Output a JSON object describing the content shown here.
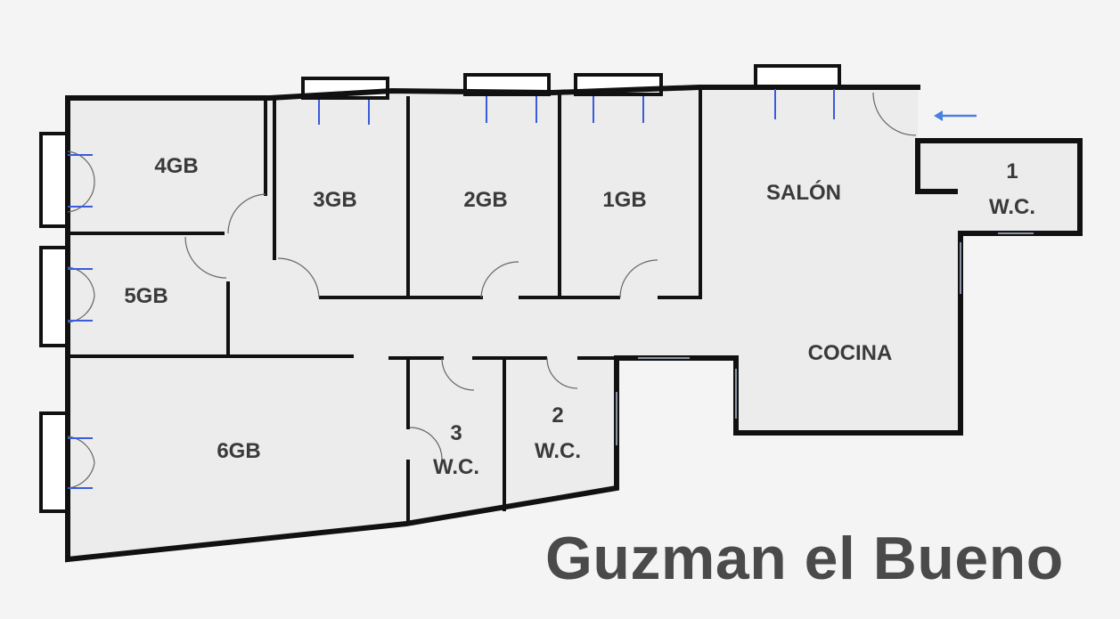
{
  "caption": "Guzman el Bueno",
  "rooms": {
    "r4gb": "4GB",
    "r3gb": "3GB",
    "r2gb": "2GB",
    "r1gb": "1GB",
    "salon": "SALÓN",
    "wc1_num": "1",
    "wc1_label": "W.C.",
    "r5gb": "5GB",
    "cocina": "COCINA",
    "r6gb": "6GB",
    "wc3_num": "3",
    "wc3_label": "W.C.",
    "wc2_num": "2",
    "wc2_label": "W.C."
  },
  "colors": {
    "walls": "#111111",
    "floor": "#ececec",
    "background": "#f4f4f4",
    "door_leaf": "#3b5bdb",
    "entrance_arrow": "#4a7fe0",
    "caption": "#4a4a4a"
  },
  "icons": {
    "entrance": "left-arrow-icon"
  }
}
